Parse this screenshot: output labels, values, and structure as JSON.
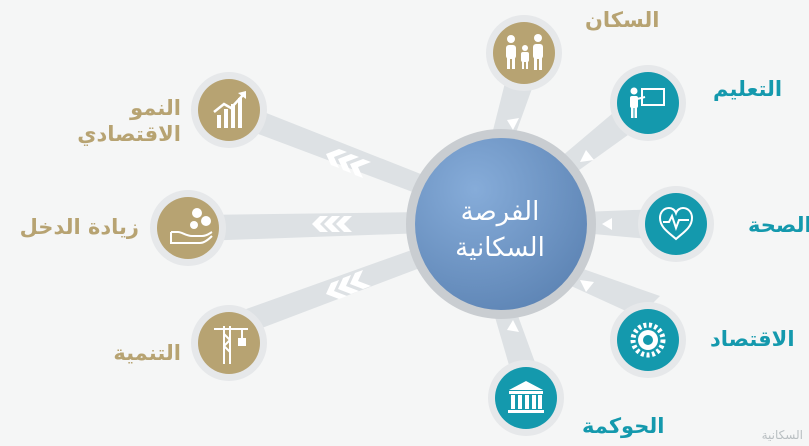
{
  "center": {
    "line1": "الفرصة",
    "line2": "السكانية"
  },
  "outputs": [
    {
      "id": "economic-growth",
      "line1": "النمو",
      "line2": "الاقتصادي",
      "icon": "chart-growth-icon"
    },
    {
      "id": "income-increase",
      "line1": "زيادة الدخل",
      "icon": "hand-coins-icon"
    },
    {
      "id": "development",
      "line1": "التنمية",
      "icon": "crane-icon"
    }
  ],
  "inputs": [
    {
      "id": "population",
      "label": "السكان",
      "icon": "family-icon"
    },
    {
      "id": "education",
      "label": "التعليم",
      "icon": "teacher-board-icon"
    },
    {
      "id": "health",
      "label": "الصحة",
      "icon": "heart-pulse-icon"
    },
    {
      "id": "economy",
      "label": "الاقتصاد",
      "icon": "gear-icon"
    },
    {
      "id": "governance",
      "label": "الحوكمة",
      "icon": "government-building-icon"
    }
  ],
  "watermark": "السكانية",
  "colors": {
    "gold": "#b7a372",
    "teal": "#1499ad",
    "center": "#6f98c9",
    "band": "#dde1e4",
    "ring": "#c9cdd1"
  }
}
